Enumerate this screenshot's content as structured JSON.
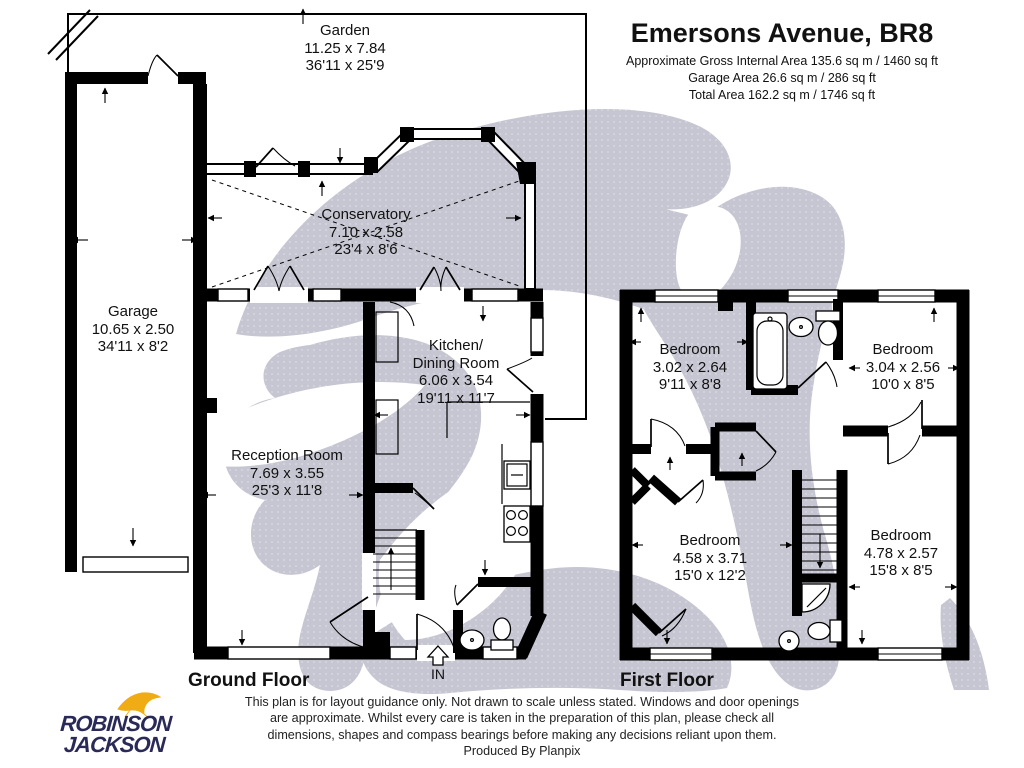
{
  "header": {
    "title": "Emersons Avenue, BR8",
    "area_lines": [
      "Approximate Gross Internal Area 135.6 sq m / 1460 sq ft",
      "Garage Area 26.6 sq m / 286 sq ft",
      "Total Area 162.2 sq m / 1746 sq ft"
    ]
  },
  "ground_floor": {
    "label": "Ground Floor",
    "entrance_label": "IN",
    "rooms": {
      "garden": {
        "name": "Garden",
        "metric": "11.25 x 7.84",
        "imperial": "36'11 x 25'9"
      },
      "garage": {
        "name": "Garage",
        "metric": "10.65 x 2.50",
        "imperial": "34'11 x 8'2"
      },
      "conservatory": {
        "name": "Conservatory",
        "metric": "7.10 x 2.58",
        "imperial": "23'4 x 8'6"
      },
      "kitchen": {
        "name_line1": "Kitchen/",
        "name_line2": "Dining Room",
        "metric": "6.06 x 3.54",
        "imperial": "19'11 x 11'7"
      },
      "reception": {
        "name": "Reception Room",
        "metric": "7.69 x 3.55",
        "imperial": "25'3 x 11'8"
      }
    }
  },
  "first_floor": {
    "label": "First Floor",
    "rooms": {
      "bedroom1": {
        "name": "Bedroom",
        "metric": "3.02 x 2.64",
        "imperial": "9'11 x 8'8"
      },
      "bedroom2": {
        "name": "Bedroom",
        "metric": "3.04 x 2.56",
        "imperial": "10'0 x 8'5"
      },
      "bedroom3": {
        "name": "Bedroom",
        "metric": "4.58 x 3.71",
        "imperial": "15'0 x 12'2"
      },
      "bedroom4": {
        "name": "Bedroom",
        "metric": "4.78 x 2.57",
        "imperial": "15'8 x 8'5"
      }
    }
  },
  "footer": {
    "disclaimer_lines": [
      "This plan is for layout guidance only. Not drawn to scale unless stated. Windows and door openings",
      "are approximate. Whilst every care is taken in the preparation of this plan, please check all",
      "dimensions, shapes and compass bearings before making any decisions reliant upon them."
    ],
    "produced_by": "Produced By Planpix"
  },
  "logo": {
    "line1": "ROBINSON",
    "line2": "JACKSON"
  },
  "colors": {
    "wall": "#000000",
    "watermark": "#c6c6d2",
    "logo_navy": "#2a2a58",
    "logo_gold": "#f0ac14"
  }
}
